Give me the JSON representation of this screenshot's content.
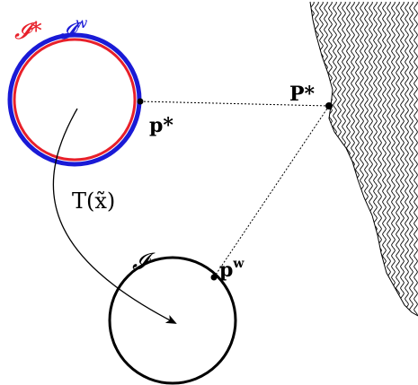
{
  "labels": {
    "i_star": "𝓘*",
    "i_w": "𝓘",
    "i_w_sup": "w",
    "p_star_lower": "p*",
    "P_star": "P*",
    "transform": "T(x̃)",
    "i_plain": "𝓘",
    "p_w": "p",
    "p_w_sup": "w"
  },
  "colors": {
    "i_star": "#e8202a",
    "i_w": "#1a1ad6",
    "ink": "#000000"
  },
  "icons": {
    "surface": "wavy-hatched-surface-icon",
    "arrow": "curved-arrow-icon"
  }
}
